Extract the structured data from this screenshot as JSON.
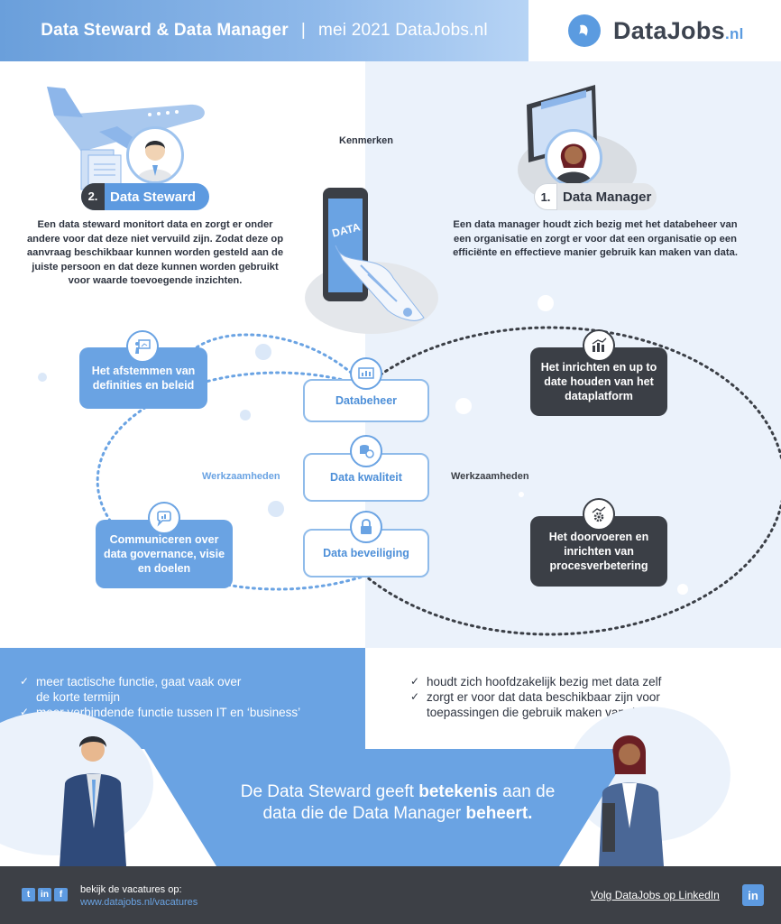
{
  "header": {
    "title": "Data Steward & Data Manager",
    "separator": "|",
    "date": "mei 2021 DataJobs.nl",
    "logo_name": "DataJobs",
    "logo_tld": ".nl"
  },
  "kenmerken": "Kenmerken",
  "steward": {
    "number": "2.",
    "label": "Data Steward",
    "description": "Een data steward monitort data en zorgt er onder andere voor dat deze niet vervuild zijn. Zodat deze op aanvraag beschikbaar kunnen worden gesteld aan de juiste persoon en dat deze kunnen worden gebruikt voor waarde toevoegende inzichten."
  },
  "manager": {
    "number": "1.",
    "label": "Data Manager",
    "description": "Een data manager houdt zich bezig met het databeheer van een organisatie en zorgt er voor dat een organisatie op een efficiënte en effectieve manier gebruik kan maken van data."
  },
  "device_label": "DATA",
  "werkzaamheden_left": "Werkzaamheden",
  "werkzaamheden_right": "Werkzaamheden",
  "tasks": {
    "afstemmen": "Het afstemmen van definities en beleid",
    "communiceren": "Communiceren over data governance, visie en doelen",
    "databeheer": "Databeheer",
    "kwaliteit": "Data kwaliteit",
    "beveiliging": "Data beveiliging",
    "inrichten": "Het inrichten en up to date houden van het dataplatform",
    "doorvoeren": "Het doorvoeren en inrichten van procesverbetering"
  },
  "bullets_left": [
    "meer tactische functie, gaat vaak over de korte termijn",
    "meer verbindende functie tussen IT en ‘business’"
  ],
  "bullets_right": [
    "houdt zich hoofdzakelijk bezig met data zelf",
    "zorgt er voor dat data beschikbaar zijn voor toepassingen die gebruik maken van data"
  ],
  "quote": {
    "part1": "De Data Steward geeft ",
    "bold1": "betekenis",
    "part2": " aan de data die de Data Manager ",
    "bold2": "beheert."
  },
  "footer": {
    "line1": "bekijk de vacatures op:",
    "url": "www.datajobs.nl/vacatures",
    "linkedin_text": "Volg DataJobs op LinkedIn",
    "social_twitter": "t",
    "social_linkedin": "in",
    "social_facebook": "f",
    "linkedin_badge": "in"
  },
  "colors": {
    "accent_blue": "#6aa3e3",
    "dark": "#3b3f46",
    "light_bg": "#ebf2fb",
    "footer": "#3d4046"
  }
}
